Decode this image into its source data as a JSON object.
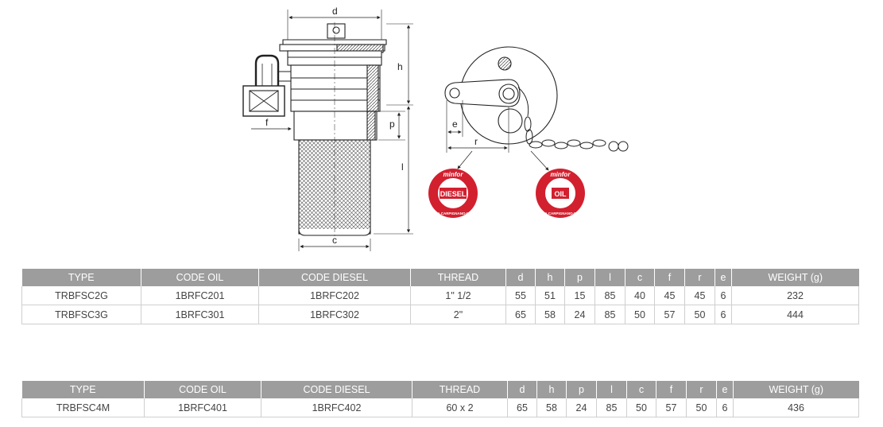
{
  "drawing": {
    "dimension_labels": {
      "d": "d",
      "h": "h",
      "p": "p",
      "l": "l",
      "c": "c",
      "f": "f",
      "e": "e",
      "r": "r"
    },
    "badges": [
      {
        "brand": "minfor",
        "product": "DIESEL",
        "ring": "CURA CARPIGNANO·ITALY",
        "color": "#d2202f"
      },
      {
        "brand": "minfor",
        "product": "OIL",
        "ring": "CURA CARPIGNANO·ITALY",
        "color": "#d2202f"
      }
    ]
  },
  "columns": [
    "TYPE",
    "CODE OIL",
    "CODE DIESEL",
    "THREAD",
    "d",
    "h",
    "p",
    "l",
    "c",
    "f",
    "r",
    "e",
    "WEIGHT (g)"
  ],
  "table1": {
    "rows": [
      [
        "TRBFSC2G",
        "1BRFC201",
        "1BRFC202",
        "1\" 1/2",
        "55",
        "51",
        "15",
        "85",
        "40",
        "45",
        "45",
        "6",
        "232"
      ],
      [
        "TRBFSC3G",
        "1BRFC301",
        "1BRFC302",
        "2\"",
        "65",
        "58",
        "24",
        "85",
        "50",
        "57",
        "50",
        "6",
        "444"
      ]
    ]
  },
  "table2": {
    "rows": [
      [
        "TRBFSC4M",
        "1BRFC401",
        "1BRFC402",
        "60 x 2",
        "65",
        "58",
        "24",
        "85",
        "50",
        "57",
        "50",
        "6",
        "436"
      ]
    ]
  }
}
